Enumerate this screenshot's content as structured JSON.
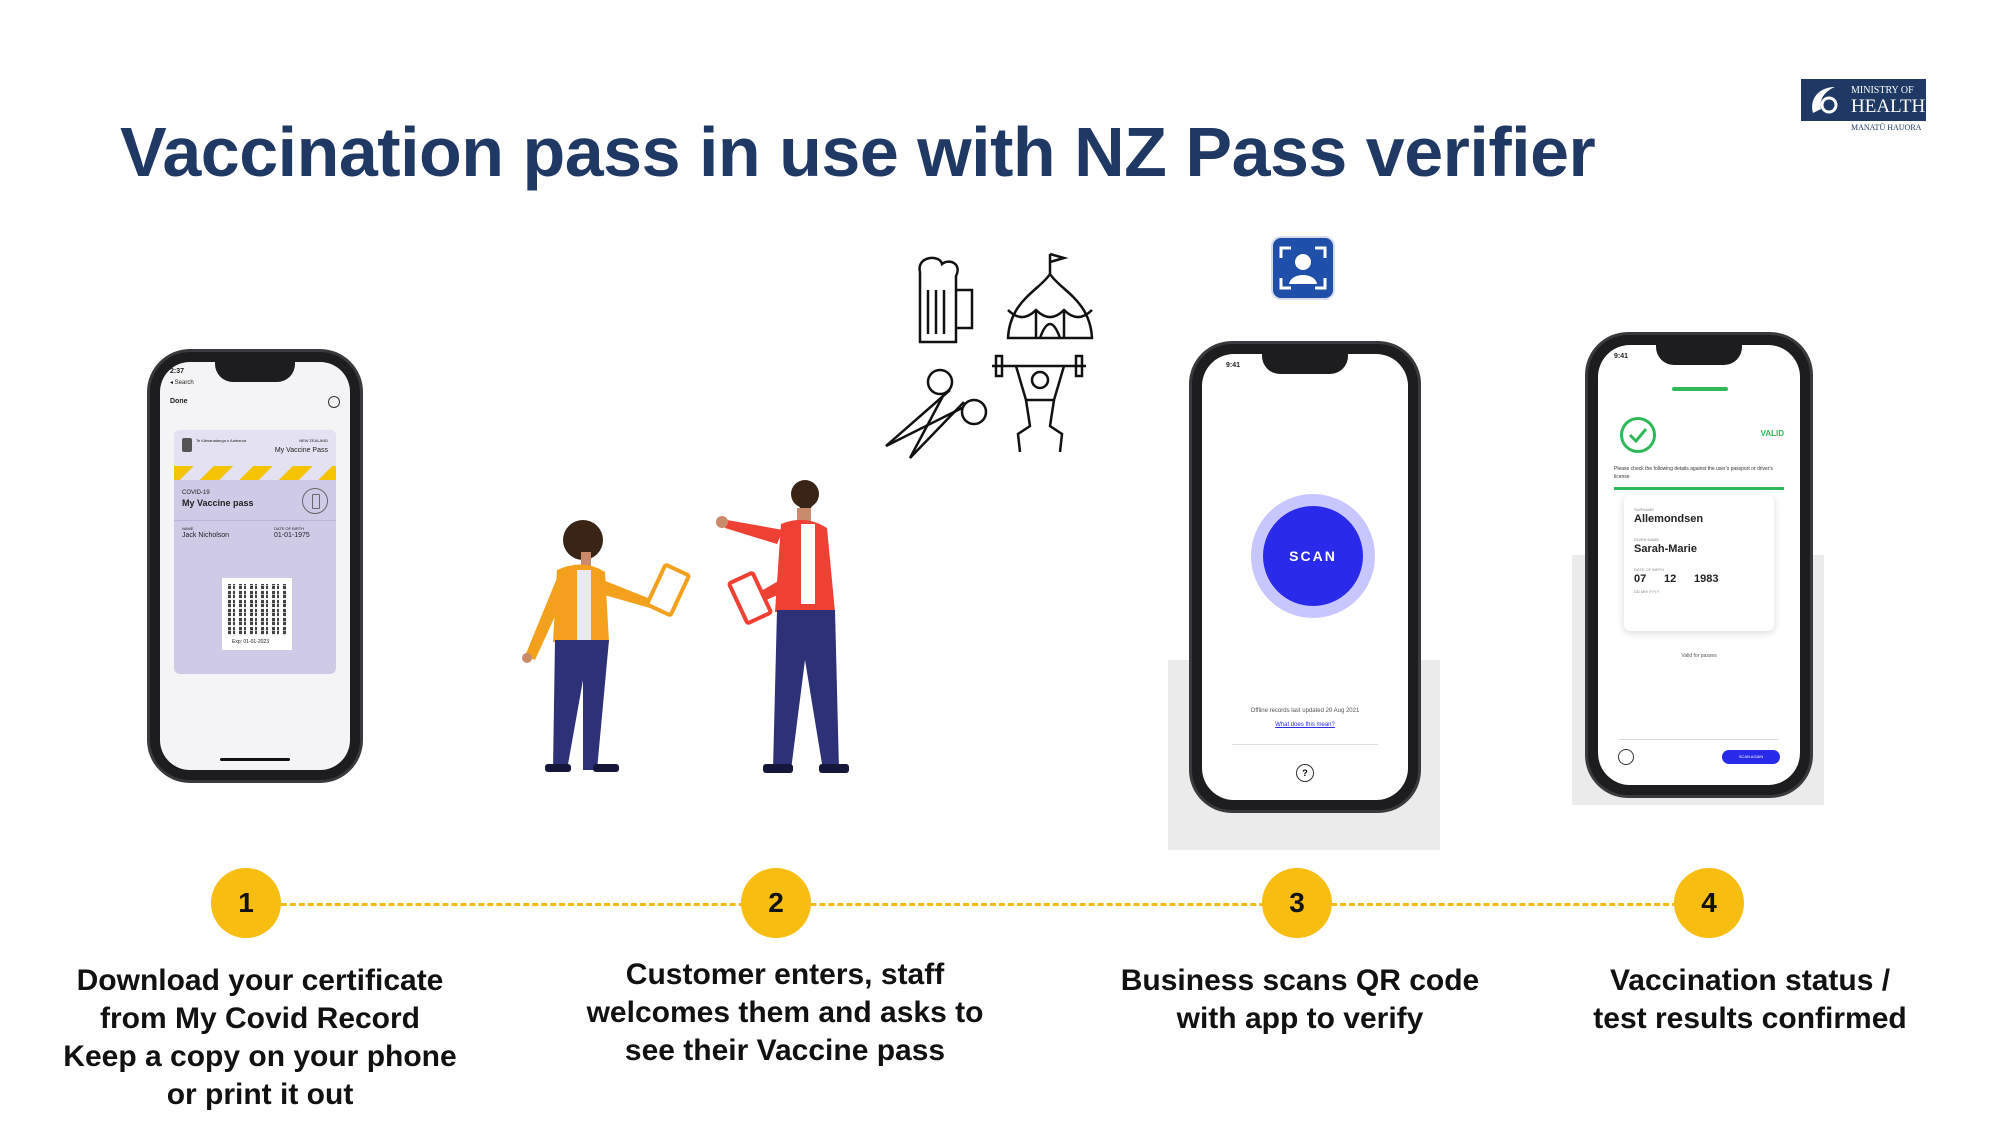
{
  "title": "Vaccination pass in use with NZ Pass verifier",
  "logo": {
    "line1": "MINISTRY OF",
    "line2": "HEALTH",
    "line3": "MANATŪ HAUORA",
    "color": "#1f3864"
  },
  "accent_color": "#f7bd11",
  "phone1": {
    "time": "2:37",
    "back_label": "◂ Search",
    "done_label": "Done",
    "issuer_small": "Te Kāwanatanga o Aotearoa",
    "country": "NEW ZEALAND",
    "pass_header": "My Vaccine Pass",
    "covid_label": "COVID-19",
    "pass_title": "My Vaccine pass",
    "name_label": "NAME",
    "name_value": "Jack Nicholson",
    "dob_label": "DATE OF BIRTH",
    "dob_value": "01-01-1975",
    "expiry": "Exp: 01-01-2023"
  },
  "phone3": {
    "time": "9:41",
    "scan_label": "SCAN",
    "offline_note": "Offline records last updated 20 Aug 2021",
    "help_link": "What does this mean?",
    "help_icon": "question-icon"
  },
  "phone4": {
    "time": "9:41",
    "status": "VALID",
    "instructions": "Please check the following details against the user's passport or driver's license",
    "surname_label": "SURNAME",
    "surname": "Allemondsen",
    "given_label": "GIVEN NAME",
    "given": "Sarah-Marie",
    "dob_label": "DATE OF BIRTH",
    "dob_day": "07",
    "dob_month": "12",
    "dob_year": "1983",
    "dob_format": "DD  MM  YYYY",
    "valid_for": "Valid for passes",
    "scan_again": "SCAN AGAIN",
    "valid_color": "#2fb85a"
  },
  "venue_icons": [
    "beer-mug-icon",
    "circus-tent-icon",
    "scissors-icon",
    "weightlifter-icon"
  ],
  "verifier_app_icon": "face-scan-icon",
  "steps": [
    {
      "number": "1",
      "lines": [
        "Download your certificate",
        "from My Covid Record",
        "Keep a copy on your phone",
        "or print it out"
      ]
    },
    {
      "number": "2",
      "lines": [
        "Customer enters, staff",
        "welcomes them and asks to",
        "see their Vaccine pass"
      ]
    },
    {
      "number": "3",
      "lines": [
        "Business scans QR code",
        "with app to verify"
      ]
    },
    {
      "number": "4",
      "lines": [
        "Vaccination status /",
        "test results confirmed"
      ]
    }
  ]
}
